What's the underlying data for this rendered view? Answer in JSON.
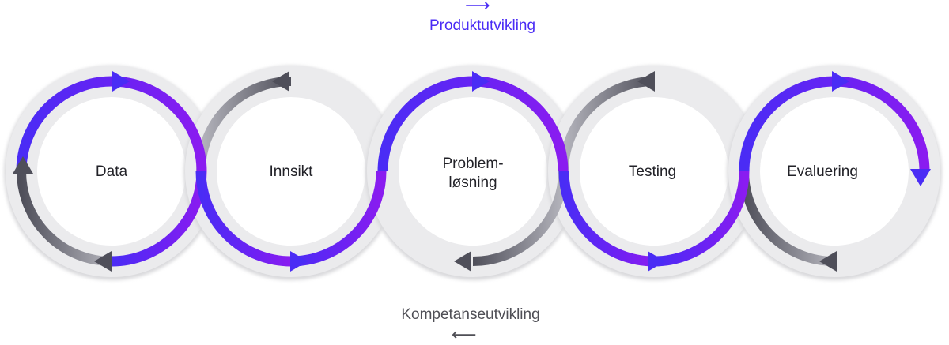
{
  "header": {
    "direction_arrow": "⟶",
    "label": "Produktutvikling"
  },
  "footer": {
    "label": "Kompetanseutvikling",
    "direction_arrow": "⟵"
  },
  "stages": [
    {
      "label": "Data"
    },
    {
      "label": "Innsikt"
    },
    {
      "label": "Problem-\nløsning"
    },
    {
      "label": "Testing"
    },
    {
      "label": "Evaluering"
    }
  ],
  "colors": {
    "purple": "#4a2cf5",
    "violet": "#8a1cf0",
    "gray_dark": "#4f4f5a",
    "gray_light": "#b4b4bc",
    "ring": "#ebebed",
    "text": "#222228"
  }
}
